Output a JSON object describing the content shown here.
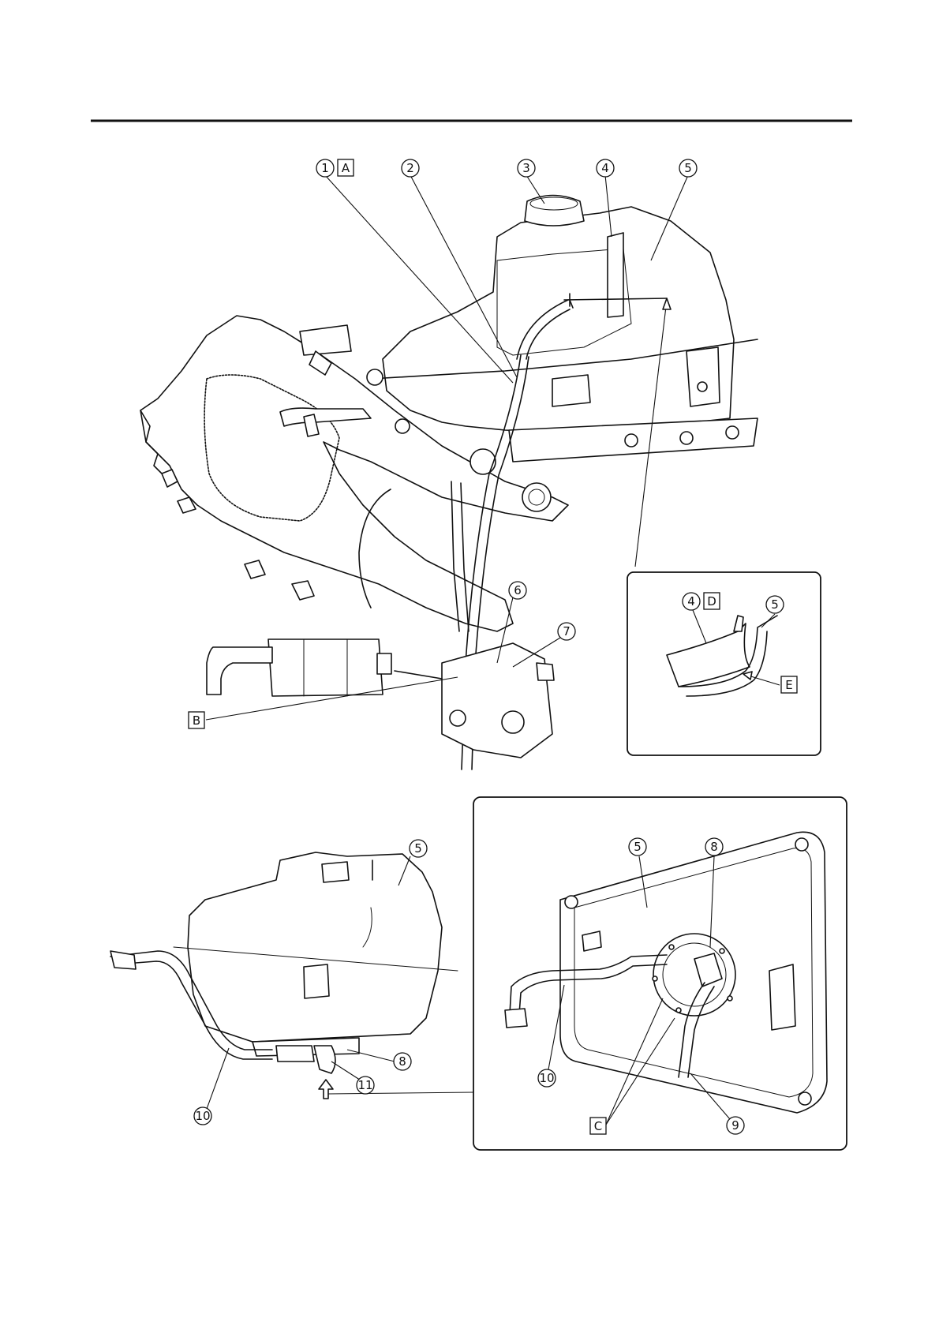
{
  "callouts": {
    "c1": "1",
    "c2": "2",
    "c3": "3",
    "c4": "4",
    "c5": "5",
    "c6": "6",
    "c7": "7",
    "c8": "8",
    "c9": "9",
    "c10": "10",
    "c11": "11",
    "inset1_c4": "4",
    "inset1_c5": "5",
    "inset2_c5": "5",
    "inset2_c8": "8",
    "inset2_c9": "9",
    "inset2_c10": "10",
    "lower_c5": "5",
    "lower_c8": "8",
    "lower_c10": "10"
  },
  "letters": {
    "A": "A",
    "B": "B",
    "C": "C",
    "D": "D",
    "E": "E"
  },
  "colors": {
    "ink": "#111111",
    "paper": "#ffffff"
  }
}
